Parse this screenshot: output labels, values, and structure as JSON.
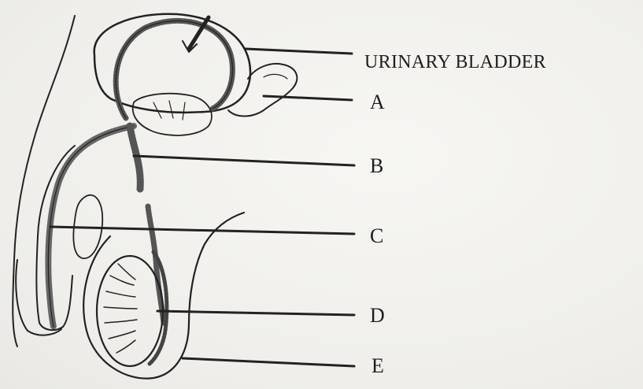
{
  "labels": {
    "bladder": "URINARY BLADDER",
    "a": "A",
    "b": "B",
    "c": "C",
    "d": "D",
    "e": "E"
  },
  "colors": {
    "ink": "#1e1e1e",
    "paper": "#f3f2ef"
  }
}
